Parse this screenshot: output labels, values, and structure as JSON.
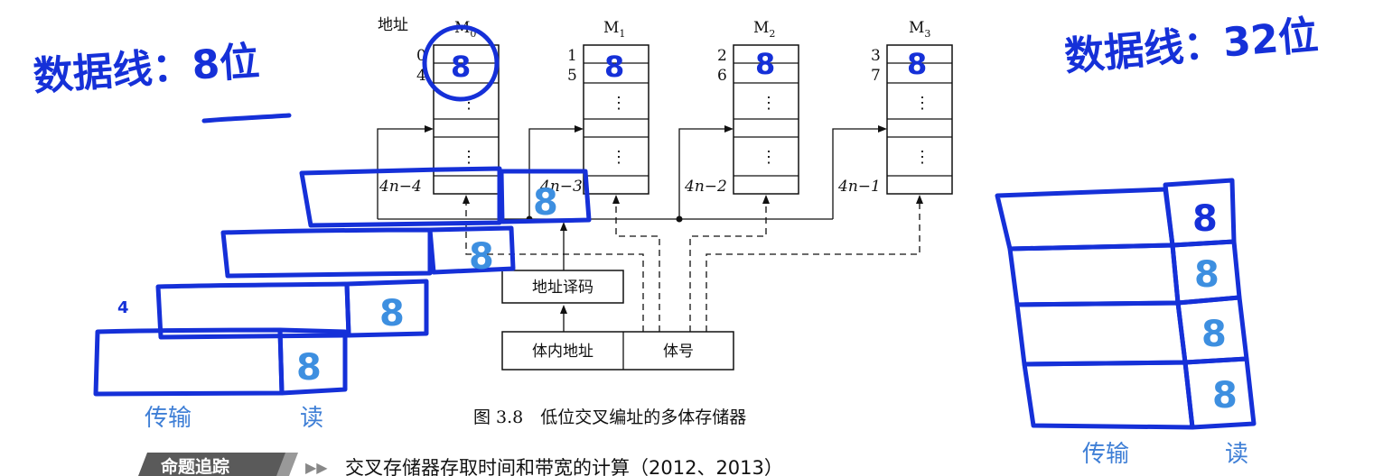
{
  "figure": {
    "address_header": "地址",
    "caption": "图 3.8　低位交叉编址的多体存储器",
    "banks": [
      {
        "name": "M",
        "sub": "0",
        "addr_top": "0",
        "addr_second": "4",
        "last_addr": "4n−4",
        "hand_value": "8"
      },
      {
        "name": "M",
        "sub": "1",
        "addr_top": "1",
        "addr_second": "5",
        "last_addr": "4n−3",
        "hand_value": "8"
      },
      {
        "name": "M",
        "sub": "2",
        "addr_top": "2",
        "addr_second": "6",
        "last_addr": "4n−2",
        "hand_value": "8"
      },
      {
        "name": "M",
        "sub": "3",
        "addr_top": "3",
        "addr_second": "7",
        "last_addr": "4n−1",
        "hand_value": "8"
      }
    ],
    "ellipsis": "⋮",
    "decoder_label": "地址译码",
    "address_reg": {
      "intra_bank": "体内地址",
      "bank_no": "体号"
    }
  },
  "section_banner": {
    "tag": "命题追踪",
    "arrow": "▶▶",
    "title": "交叉存储器存取时间和带宽的计算（2012、2013）"
  },
  "annotations": {
    "left_note": "数据线：8位",
    "right_note": "数据线：32位",
    "left_timeline": {
      "transfer_label": "传输",
      "read_label": "读",
      "read_values": [
        "8",
        "8",
        "8",
        "8"
      ],
      "stray_mark": "4"
    },
    "right_timeline": {
      "transfer_label": "传输",
      "read_label": "读",
      "read_values": [
        "8",
        "8",
        "8",
        "8"
      ]
    }
  },
  "colors": {
    "ink_blue": "#1530d8",
    "ink_light_blue": "#3d8fe0",
    "caption_blue": "#3f7fd6",
    "banner_gray": "#555555"
  }
}
